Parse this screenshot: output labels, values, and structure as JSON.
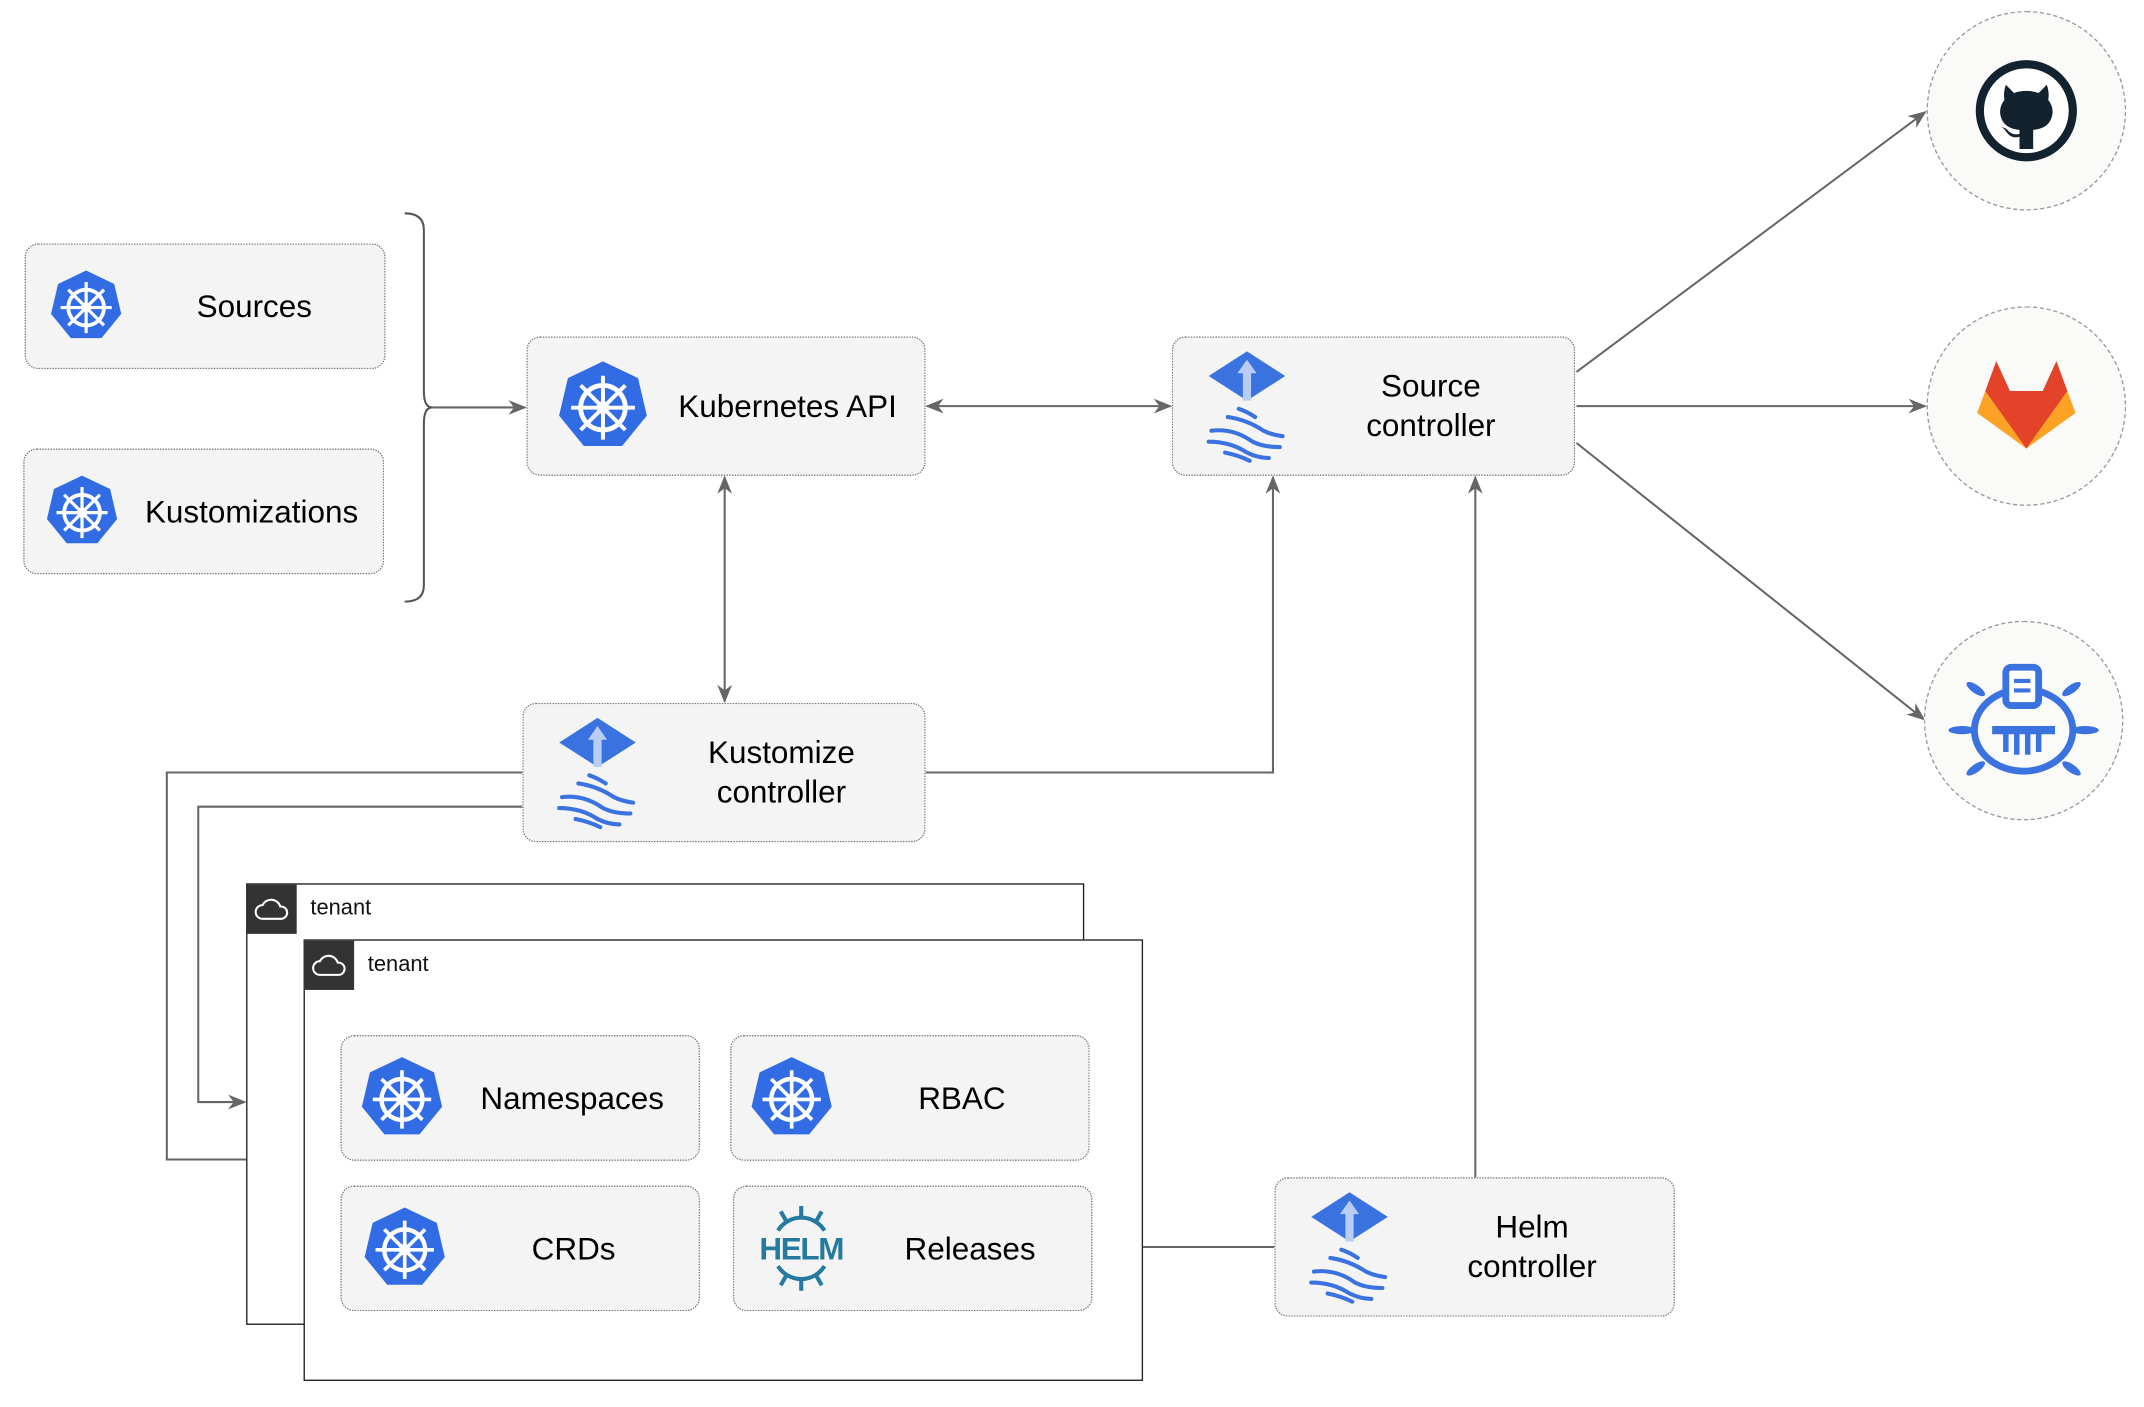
{
  "nodes": {
    "sources": "Sources",
    "kustomizations": "Kustomizations",
    "kubernetes_api": "Kubernetes API",
    "source_controller": [
      "Source",
      "controller"
    ],
    "kustomize_controller": [
      "Kustomize",
      "controller"
    ],
    "helm_controller": [
      "Helm",
      "controller"
    ],
    "namespaces": "Namespaces",
    "rbac": "RBAC",
    "crds": "CRDs",
    "releases": "Releases"
  },
  "tenants": [
    "tenant",
    "tenant"
  ],
  "logos": {
    "helm_text": "HELM"
  },
  "external_sources": [
    "github-icon",
    "gitlab-icon",
    "helm-repository-icon"
  ],
  "colors": {
    "k8s_blue": "#326ce5",
    "line": "#666666",
    "gitlab_orange": "#e24329",
    "github_dark": "#12222f",
    "helm_blue": "#277a9f"
  }
}
